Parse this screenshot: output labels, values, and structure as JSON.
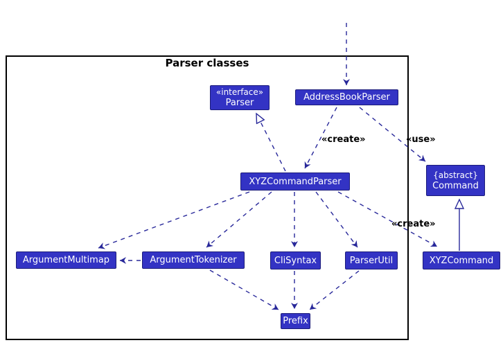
{
  "diagram": {
    "title": "Parser classes",
    "type": "uml-class-diagram"
  },
  "colors": {
    "node_fill": "#3333C4",
    "node_border": "#1B1B7A",
    "node_text": "#FFFFFF",
    "edge": "#28289A",
    "frame_border": "#000000",
    "label_text": "#000000",
    "background": "#FFFFFF"
  },
  "nodes": {
    "parser": {
      "stereotype": "«interface»",
      "name": "Parser"
    },
    "addressBookParser": {
      "name": "AddressBookParser"
    },
    "xyzCommandParser": {
      "name": "XYZCommandParser"
    },
    "command": {
      "stereotype": "{abstract}",
      "name": "Command"
    },
    "argumentMultimap": {
      "name": "ArgumentMultimap"
    },
    "argumentTokenizer": {
      "name": "ArgumentTokenizer"
    },
    "cliSyntax": {
      "name": "CliSyntax"
    },
    "parserUtil": {
      "name": "ParserUtil"
    },
    "xyzCommand": {
      "name": "XYZCommand"
    },
    "prefix": {
      "name": "Prefix"
    }
  },
  "edge_labels": {
    "create_parser": "«create»",
    "use_command": "«use»",
    "create_command": "«create»"
  }
}
